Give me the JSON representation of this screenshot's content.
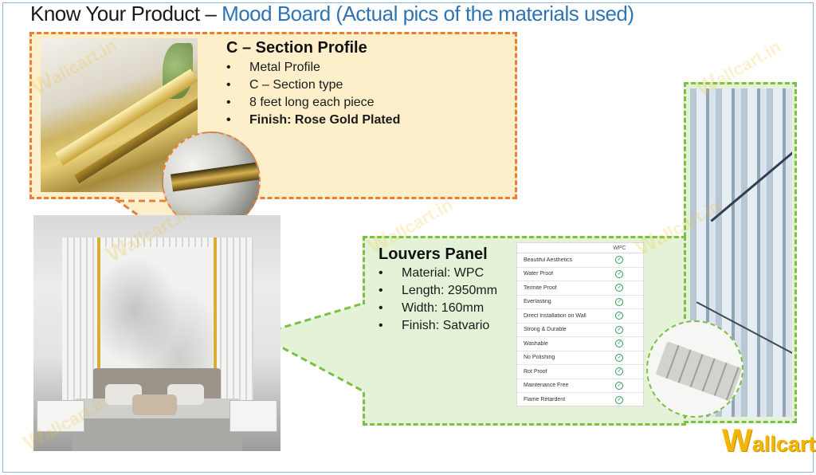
{
  "title": {
    "part1": "Know Your Product – ",
    "part2": "Mood Board (Actual pics of the materials used)"
  },
  "colors": {
    "orange": "#ED7D31",
    "green": "#7AC143",
    "title_blue": "#2E74B5",
    "brand_yellow": "#F2B705"
  },
  "section_profile": {
    "heading": "C – Section Profile",
    "bullet": "•",
    "items": [
      "Metal Profile",
      "C – Section type",
      "8 feet long each piece",
      "Finish: Rose Gold Plated"
    ]
  },
  "louvers": {
    "heading": "Louvers Panel",
    "bullet": "•",
    "items": [
      "Material: WPC",
      "Length: 2950mm",
      "Width: 160mm",
      "Finish: Satvario"
    ]
  },
  "table": {
    "header": "WPC",
    "check": "✓",
    "rows": [
      "Beautiful Aesthetics",
      "Water Proof",
      "Termite Proof",
      "Everlasting",
      "Direct Installation on Wall",
      "Strong & Durable",
      "Washable",
      "No Polishing",
      "Rot Proof",
      "Maintenance Free",
      "Flame Retardent"
    ]
  },
  "watermark": {
    "initial": "W",
    "rest": "allcart.in"
  },
  "logo": {
    "initial": "W",
    "rest": "allcart"
  }
}
